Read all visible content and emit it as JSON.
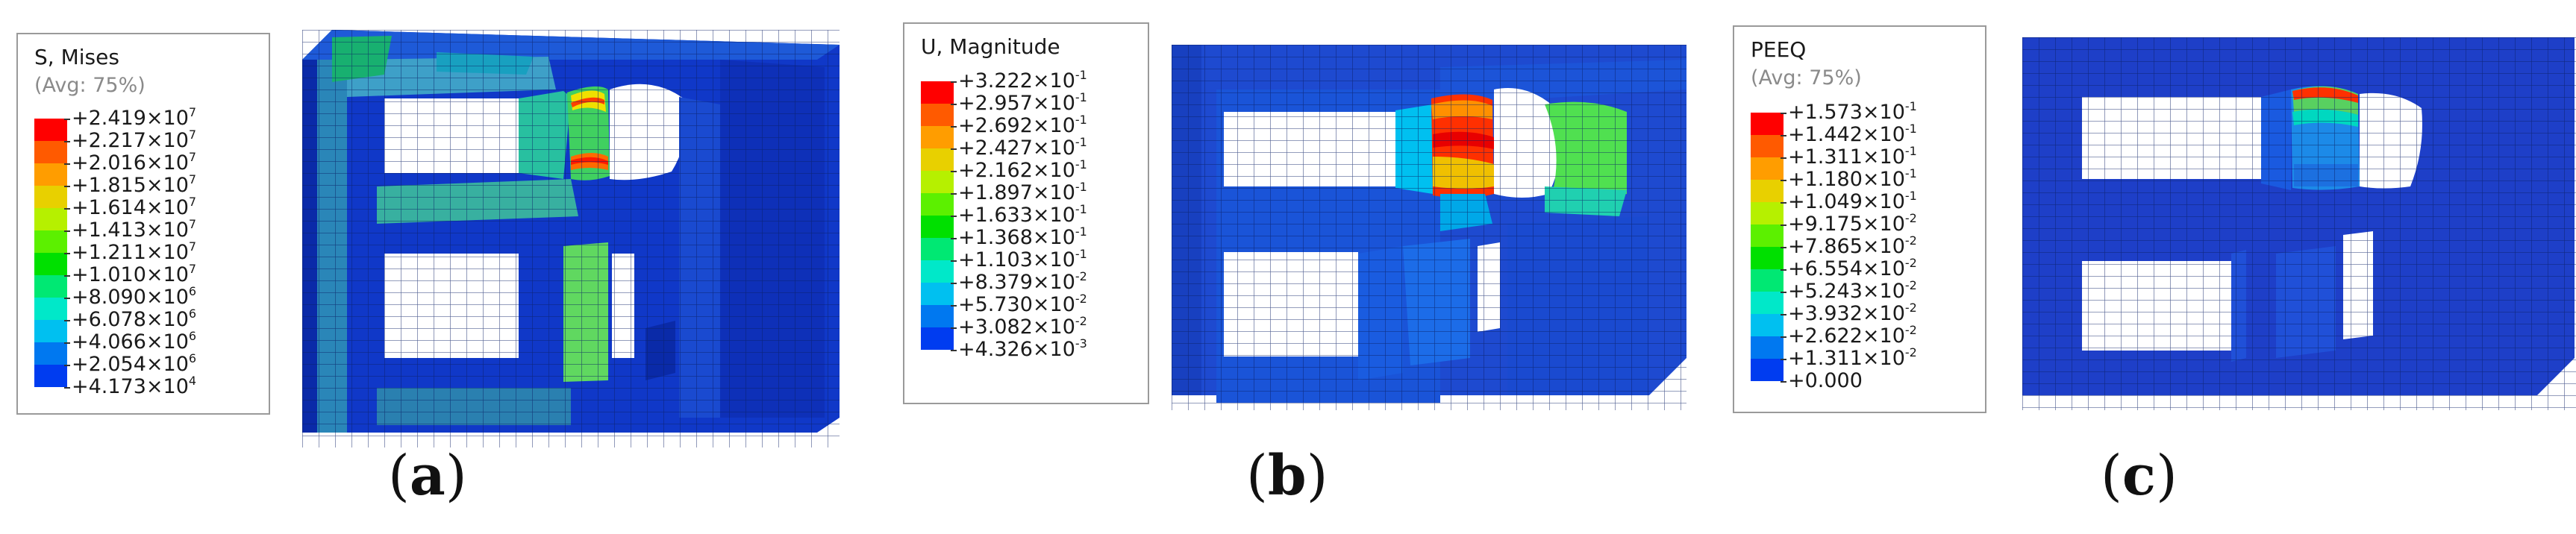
{
  "colormap": [
    "#ff0000",
    "#ff5a00",
    "#ff9d00",
    "#e8d000",
    "#b6f000",
    "#5cf000",
    "#00e000",
    "#00e873",
    "#00e8c9",
    "#00c0f0",
    "#0078f0",
    "#003cf0",
    "#0000ff"
  ],
  "panels": [
    {
      "caption_letter": "a",
      "legend_title": "S, Mises",
      "legend_subtitle": "(Avg: 75%)",
      "values": [
        {
          "m": "+2.419",
          "e": "7"
        },
        {
          "m": "+2.217",
          "e": "7"
        },
        {
          "m": "+2.016",
          "e": "7"
        },
        {
          "m": "+1.815",
          "e": "7"
        },
        {
          "m": "+1.614",
          "e": "7"
        },
        {
          "m": "+1.413",
          "e": "7"
        },
        {
          "m": "+1.211",
          "e": "7"
        },
        {
          "m": "+1.010",
          "e": "7"
        },
        {
          "m": "+8.090",
          "e": "6"
        },
        {
          "m": "+6.078",
          "e": "6"
        },
        {
          "m": "+4.066",
          "e": "6"
        },
        {
          "m": "+2.054",
          "e": "6"
        },
        {
          "m": "+4.173",
          "e": "4"
        }
      ]
    },
    {
      "caption_letter": "b",
      "legend_title": "U, Magnitude",
      "legend_subtitle": "",
      "values": [
        {
          "m": "+3.222",
          "e": "-1"
        },
        {
          "m": "+2.957",
          "e": "-1"
        },
        {
          "m": "+2.692",
          "e": "-1"
        },
        {
          "m": "+2.427",
          "e": "-1"
        },
        {
          "m": "+2.162",
          "e": "-1"
        },
        {
          "m": "+1.897",
          "e": "-1"
        },
        {
          "m": "+1.633",
          "e": "-1"
        },
        {
          "m": "+1.368",
          "e": "-1"
        },
        {
          "m": "+1.103",
          "e": "-1"
        },
        {
          "m": "+8.379",
          "e": "-2"
        },
        {
          "m": "+5.730",
          "e": "-2"
        },
        {
          "m": "+3.082",
          "e": "-2"
        },
        {
          "m": "+4.326",
          "e": "-3"
        }
      ]
    },
    {
      "caption_letter": "c",
      "legend_title": "PEEQ",
      "legend_subtitle": "(Avg: 75%)",
      "values": [
        {
          "m": "+1.573",
          "e": "-1"
        },
        {
          "m": "+1.442",
          "e": "-1"
        },
        {
          "m": "+1.311",
          "e": "-1"
        },
        {
          "m": "+1.180",
          "e": "-1"
        },
        {
          "m": "+1.049",
          "e": "-1"
        },
        {
          "m": "+9.175",
          "e": "-2"
        },
        {
          "m": "+7.865",
          "e": "-2"
        },
        {
          "m": "+6.554",
          "e": "-2"
        },
        {
          "m": "+5.243",
          "e": "-2"
        },
        {
          "m": "+3.932",
          "e": "-2"
        },
        {
          "m": "+2.622",
          "e": "-2"
        },
        {
          "m": "+1.311",
          "e": "-2"
        },
        {
          "m": "+0.000",
          "e": ""
        }
      ]
    }
  ]
}
